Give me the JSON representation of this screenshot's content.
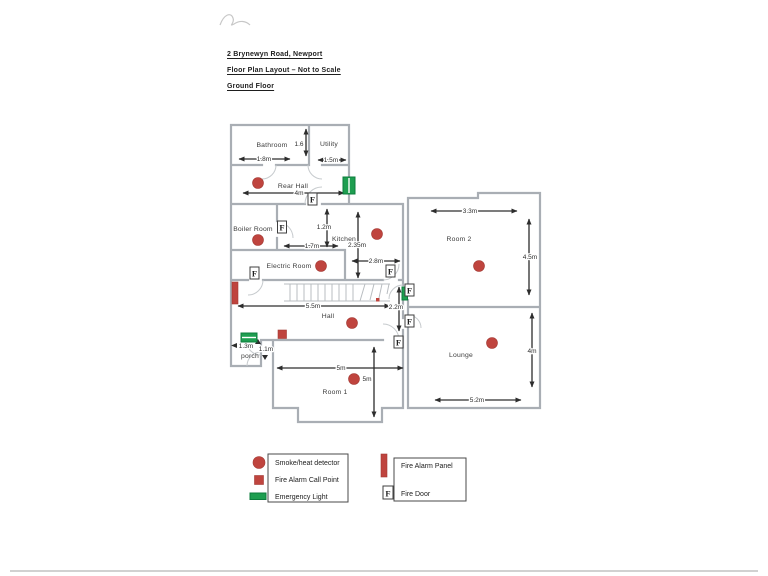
{
  "document": {
    "address": "2 Brynewyn Road, Newport",
    "subtitle": "Floor Plan Layout – Not to Scale",
    "floor": "Ground Floor"
  },
  "plan": {
    "fire_door_letter": "F",
    "rooms": {
      "bathroom": "Bathroom",
      "utility": "Utility",
      "rear_hall": "Rear Hall",
      "boiler_room": "Boiler Room",
      "kitchen": "Kitchen",
      "electric_room": "Electric Room",
      "hall": "Hall",
      "porch": "porch",
      "room1": "Room 1",
      "room2": "Room 2",
      "lounge": "Lounge"
    },
    "dimensions": {
      "bathroom_width": "1.8m",
      "bathroom_depth": "1.6",
      "utility_width": "1.5m",
      "rear_hall_width": "4m",
      "kitchen_depth_upper": "1.2m",
      "kitchen_width_lower": "1.7m",
      "kitchen_depth_full": "2.35m",
      "kitchen_width_right": "2.8m",
      "hall_width": "5.5m",
      "hall_depth": "2.2m",
      "porch_width": "1.3m",
      "porch_depth": "1.1m",
      "room1_width": "5m",
      "room1_depth": "5m",
      "room2_width": "3.3m",
      "room2_depth": "4.5m",
      "lounge_width": "5.2m",
      "lounge_depth": "4m"
    }
  },
  "legend": {
    "smoke_detector": "Smoke/heat detector",
    "call_point": "Fire Alarm Call Point",
    "emergency_light": "Emergency Light",
    "fire_alarm_panel": "Fire Alarm Panel",
    "fire_door": "Fire Door"
  },
  "icons": {
    "smoke_detector": "red-filled-circle",
    "call_point": "red-filled-square",
    "emergency_light": "green-bar",
    "fire_alarm_panel": "red-vertical-bar",
    "fire_door": "letter-F-in-box"
  },
  "colors": {
    "detector_red": "#bf443e",
    "emergency_green": "#1e9e50",
    "wall_gray": "#a9aeb4",
    "ink": "#2d2d2d"
  }
}
